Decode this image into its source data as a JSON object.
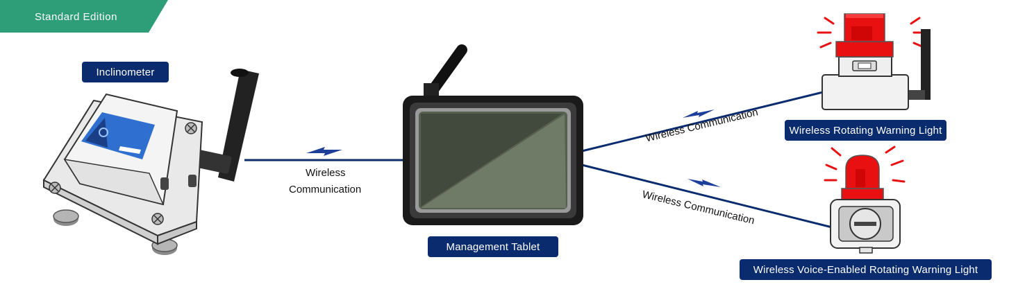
{
  "edition": {
    "label": "Standard Edition",
    "color": "#2e9e78"
  },
  "devices": {
    "inclinometer": {
      "label": "Inclinometer"
    },
    "tablet": {
      "label": "Management Tablet"
    },
    "rotating_light": {
      "label": "Wireless Rotating  Warning Light"
    },
    "voice_light": {
      "label": "Wireless Voice-Enabled Rotating  Warning Light"
    }
  },
  "links": {
    "inclinometer_tablet": {
      "line1": "Wireless",
      "line2": "Communication"
    },
    "tablet_rotating": {
      "label": "Wireless Communication"
    },
    "tablet_voice": {
      "label": "Wireless Communication"
    }
  },
  "colors": {
    "label_bg": "#0a2c6e",
    "link_line": "#0a2c6e",
    "lightning": "#1d3f9a",
    "beacon_red": "#e81010",
    "screen": "#55604f"
  }
}
